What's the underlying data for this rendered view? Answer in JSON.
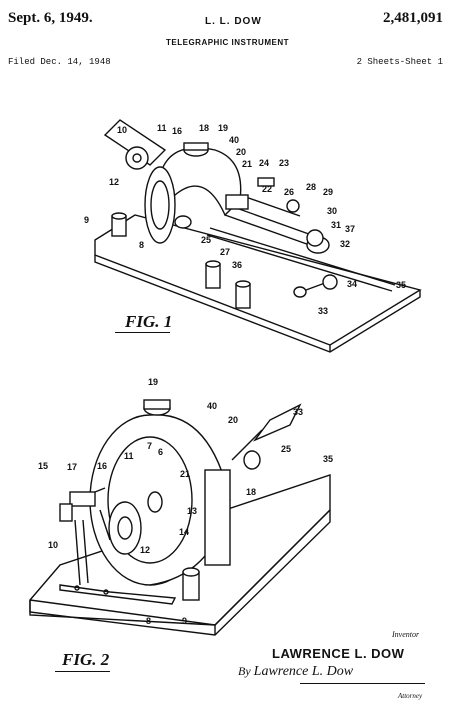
{
  "header": {
    "date": "Sept. 6, 1949.",
    "inventor": "L. L. DOW",
    "patent_number": "2,481,091",
    "title": "TELEGRAPHIC INSTRUMENT",
    "filed": "Filed Dec. 14, 1948",
    "sheets": "2 Sheets-Sheet 1"
  },
  "figures": {
    "fig1_label": "FIG. 1",
    "fig2_label": "FIG. 2",
    "fig1_refs": [
      "10",
      "11",
      "16",
      "18",
      "19",
      "40",
      "20",
      "21",
      "24",
      "23",
      "12",
      "22",
      "26",
      "28",
      "29",
      "9",
      "30",
      "8",
      "25",
      "27",
      "31",
      "37",
      "32",
      "36",
      "35",
      "34",
      "33"
    ],
    "fig2_refs": [
      "19",
      "40",
      "20",
      "33",
      "25",
      "35",
      "15",
      "17",
      "16",
      "11",
      "7",
      "6",
      "21",
      "13",
      "14",
      "18",
      "10",
      "12",
      "8",
      "9"
    ]
  },
  "signature": {
    "inventor_label": "Inventor",
    "inventor_name": "LAWRENCE L. DOW",
    "by": "By",
    "signature": "Lawrence L. Dow",
    "attorney_label": "Attorney"
  }
}
